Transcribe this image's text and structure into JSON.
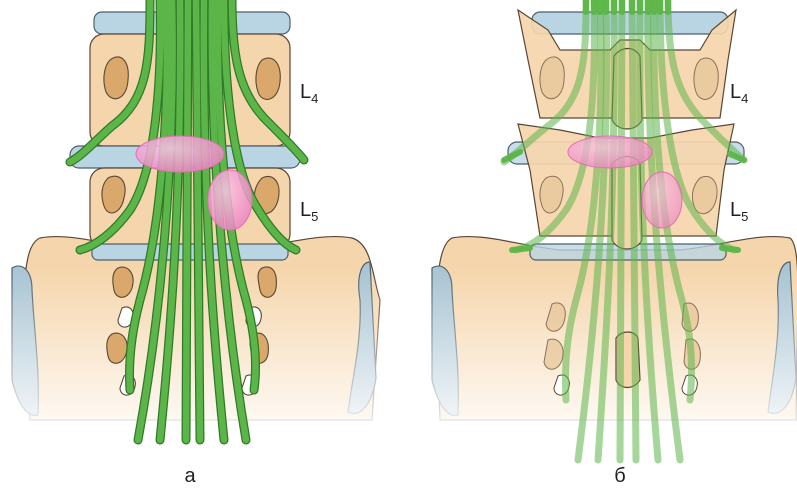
{
  "figure": {
    "panels": [
      {
        "caption": "а",
        "levels": [
          {
            "letter": "L",
            "index": "4"
          },
          {
            "letter": "L",
            "index": "5"
          }
        ]
      },
      {
        "caption": "б",
        "levels": [
          {
            "letter": "L",
            "index": "4"
          },
          {
            "letter": "L",
            "index": "5"
          }
        ]
      }
    ]
  },
  "colors": {
    "bone": "#f5d6ac",
    "bone_dark": "#d9a86a",
    "bone_outline": "#5a4636",
    "disc": "#b9d5e3",
    "ilium": "#a9c4d3",
    "nerve": "#5cb548",
    "nerve_outline": "#2f7a28",
    "hernia": "#f08cc8",
    "background": "#ffffff"
  }
}
